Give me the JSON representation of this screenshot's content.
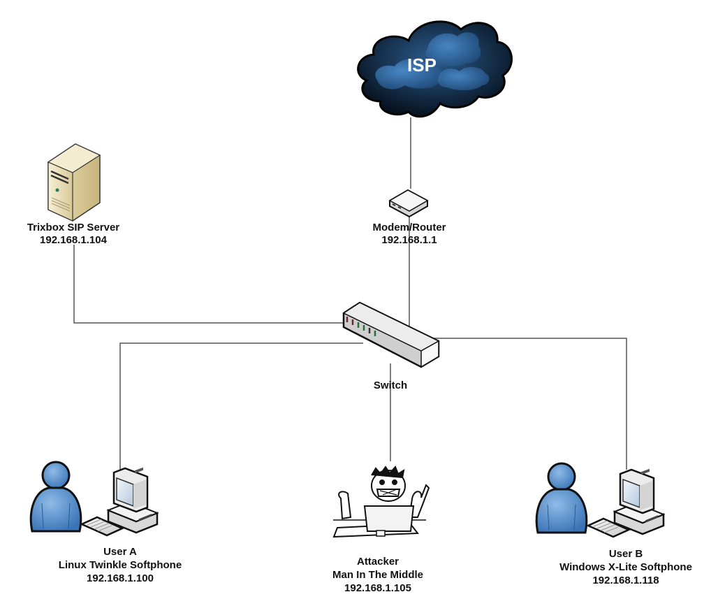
{
  "diagram": {
    "type": "network-topology",
    "colors": {
      "link": "#555555",
      "cloud_dark": "#0b1e33",
      "cloud_light": "#3f7fbf",
      "user_blue": "#4a86c8",
      "device_gray": "#e4e4e4"
    },
    "nodes": {
      "isp": {
        "label": "ISP",
        "icon": "cloud-icon"
      },
      "router": {
        "name": "Modem/Router",
        "ip": "192.168.1.1",
        "icon": "router-icon"
      },
      "server": {
        "name": "Trixbox SIP Server",
        "ip": "192.168.1.104",
        "icon": "server-tower-icon"
      },
      "switch": {
        "name": "Switch",
        "icon": "network-switch-icon"
      },
      "user_a": {
        "name": "User A",
        "detail": "Linux Twinkle Softphone",
        "ip": "192.168.1.100",
        "icon": "user-workstation-icon"
      },
      "attacker": {
        "name": "Attacker",
        "detail": "Man In The Middle",
        "ip": "192.168.1.105",
        "icon": "hacker-cartoon-icon"
      },
      "user_b": {
        "name": "User B",
        "detail": "Windows X-Lite Softphone",
        "ip": "192.168.1.118",
        "icon": "user-workstation-icon"
      }
    },
    "links": [
      {
        "from": "isp",
        "to": "router"
      },
      {
        "from": "router",
        "to": "switch"
      },
      {
        "from": "server",
        "to": "switch"
      },
      {
        "from": "user_a",
        "to": "switch"
      },
      {
        "from": "attacker",
        "to": "switch"
      },
      {
        "from": "user_b",
        "to": "switch"
      }
    ]
  }
}
